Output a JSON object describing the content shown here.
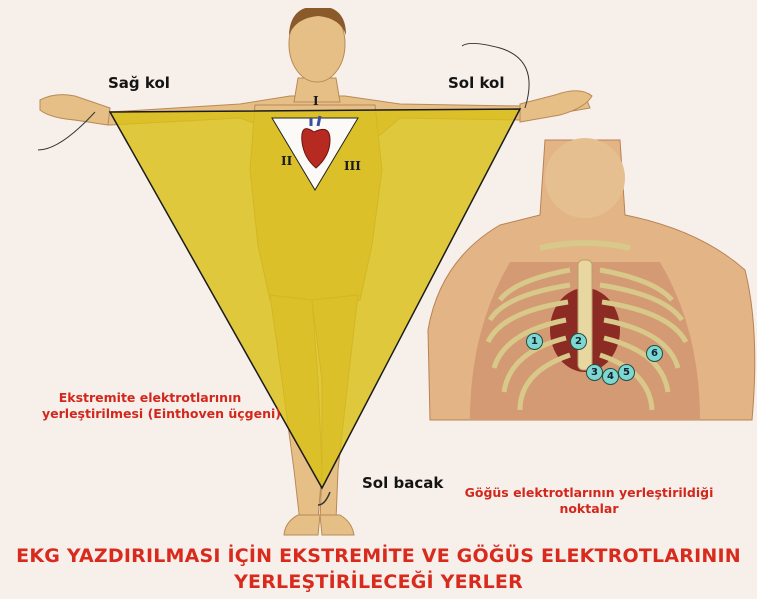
{
  "labels": {
    "right_arm": "Sağ kol",
    "left_arm": "Sol kol",
    "left_leg": "Sol bacak",
    "lead_I": "I",
    "lead_II": "II",
    "lead_III": "III"
  },
  "captions": {
    "limb_line1": "Ekstremite elektrotlarının",
    "limb_line2": "yerleştirilmesi (Einthoven üçgeni)",
    "chest_line1": "Göğüs elektrotlarının yerleştirildiği",
    "chest_line2": "noktalar"
  },
  "title": {
    "line1": "EKG YAZDIRILMASI İÇİN EKSTREMİTE VE GÖĞÜS ELEKTROTLARININ",
    "line2": "YERLEŞTİRİLECEĞİ YERLER"
  },
  "electrodes": [
    "1",
    "2",
    "3",
    "4",
    "5",
    "6"
  ],
  "colors": {
    "background": "#f6efea",
    "einthoven_triangle": "#d9bf16",
    "caption_red": "#d3271c",
    "electrode_fill": "#7fd8cf"
  }
}
